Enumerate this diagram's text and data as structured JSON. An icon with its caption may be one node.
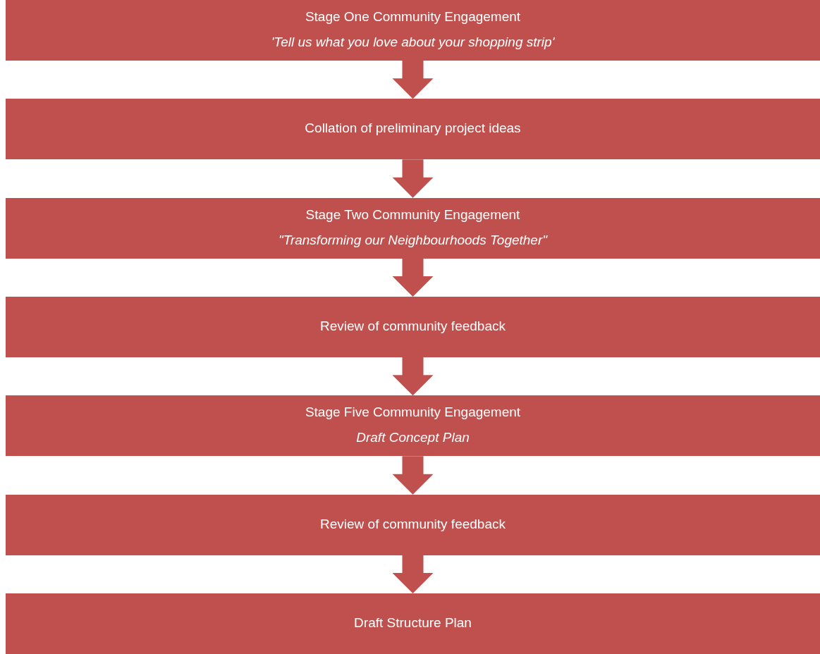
{
  "diagram": {
    "nodes": [
      {
        "text": [
          "Stage One Community Engagement",
          "'Tell us what you love about your shopping strip'"
        ]
      },
      {
        "text": [
          "Collation of preliminary project ideas"
        ]
      },
      {
        "text": [
          "Stage Two Community Engagement",
          "\"Transforming our Neighbourhoods Together\""
        ]
      },
      {
        "text": [
          "Review of community feedback"
        ]
      },
      {
        "text": [
          "Stage Five Community Engagement",
          "Draft Concept Plan"
        ]
      },
      {
        "text": [
          "Review of community feedback"
        ]
      },
      {
        "text": [
          "Draft Structure Plan"
        ]
      }
    ],
    "edges": [
      {
        "from": 0,
        "to": 1,
        "arrow": "to"
      },
      {
        "from": 1,
        "to": 2,
        "arrow": "to"
      },
      {
        "from": 2,
        "to": 3,
        "arrow": "to"
      },
      {
        "from": 3,
        "to": 4,
        "arrow": "to"
      },
      {
        "from": 4,
        "to": 5,
        "arrow": "to"
      },
      {
        "from": 5,
        "to": 6,
        "arrow": "to"
      }
    ]
  }
}
